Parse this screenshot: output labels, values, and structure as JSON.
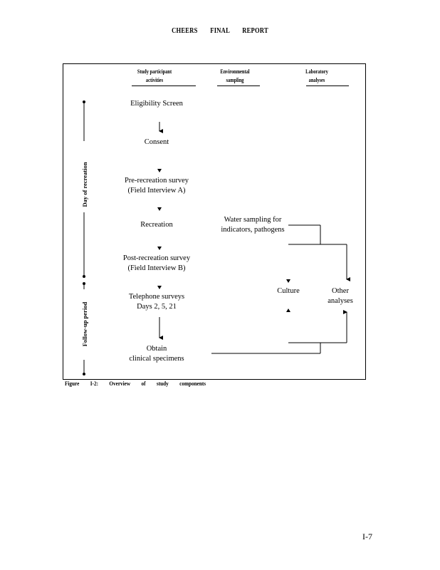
{
  "header": {
    "title": "CHEERS FINAL REPORT"
  },
  "columns": {
    "participant": {
      "line1": "Study participant",
      "line2": "activities"
    },
    "environmental": {
      "line1": "Environmental",
      "line2": "sampling"
    },
    "laboratory": {
      "line1": "Laboratory",
      "line2": "analyses"
    }
  },
  "timeline": {
    "day_of_recreation": "Day of recreation",
    "follow_up_period": "Follow-up period"
  },
  "steps": {
    "eligibility": "Eligibility Screen",
    "consent": "Consent",
    "pre_survey_1": "Pre-recreation survey",
    "pre_survey_2": "(Field Interview A)",
    "recreation": "Recreation",
    "post_survey_1": "Post-recreation survey",
    "post_survey_2": "(Field Interview B)",
    "telephone_1": "Telephone surveys",
    "telephone_2": "Days 2, 5, 21",
    "specimens_1": "Obtain",
    "specimens_2": "clinical specimens"
  },
  "environmental": {
    "water_1": "Water sampling for",
    "water_2": "indicators, pathogens"
  },
  "laboratory": {
    "culture": "Culture",
    "other_1": "Other",
    "other_2": "analyses"
  },
  "caption": "Figure I-2: Overview of study components",
  "page_number": "I-7"
}
